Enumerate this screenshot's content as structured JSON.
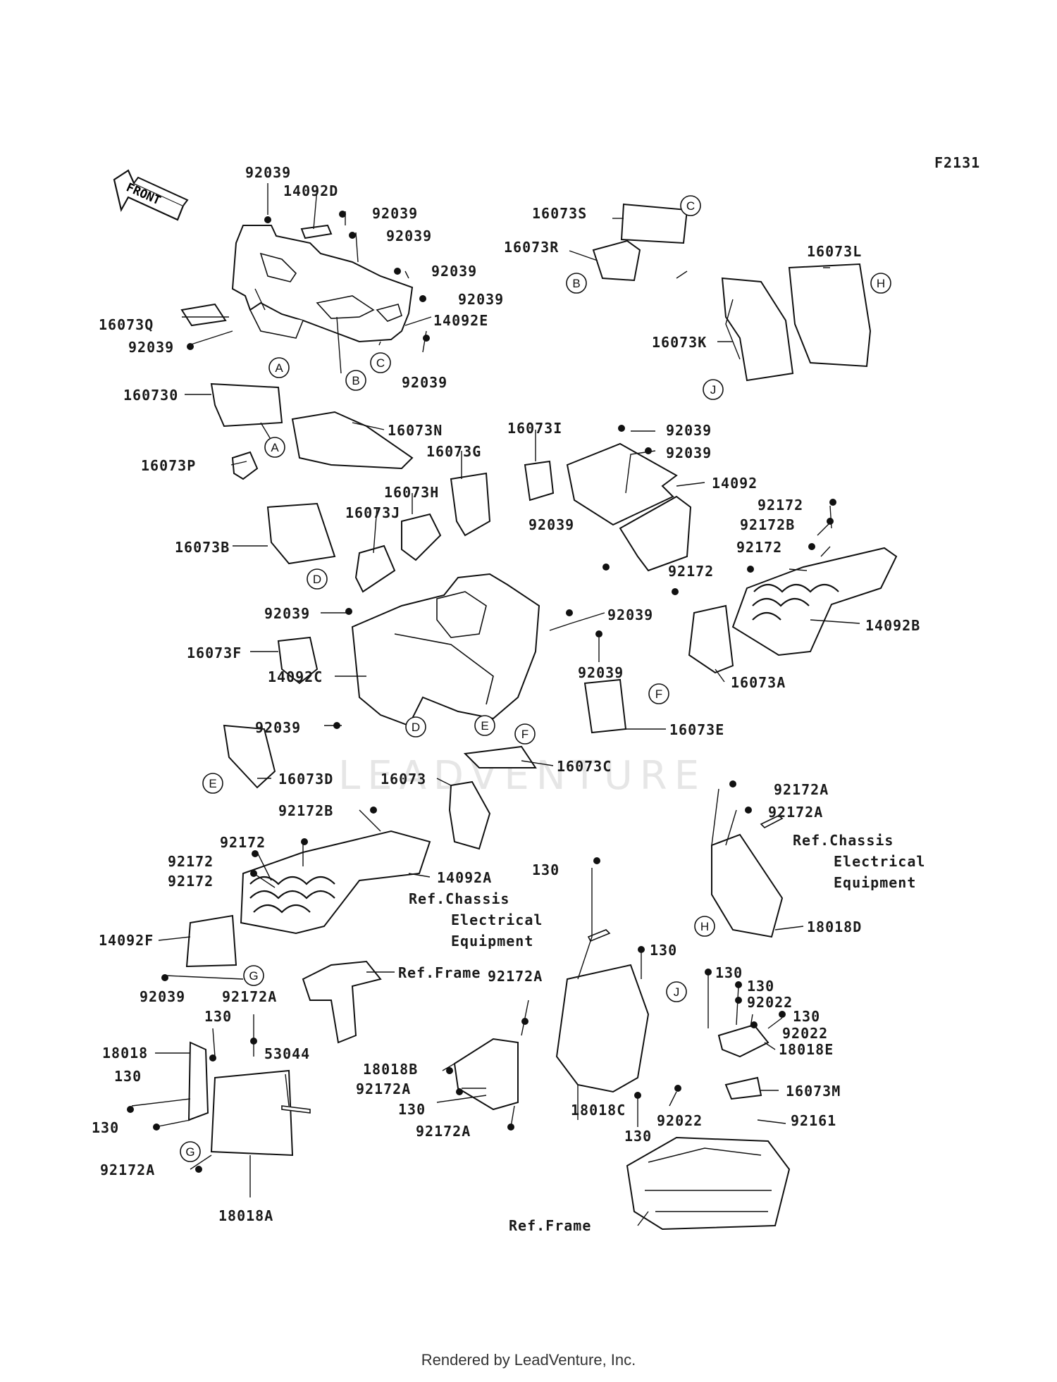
{
  "diagram": {
    "code": "F2131",
    "front_label": "FRONT",
    "watermark": "LEADVENTURE",
    "footer": "Rendered by LeadVenture, Inc.",
    "part_labels": [
      "92039",
      "14092D",
      "92039",
      "92039",
      "92039",
      "92039",
      "14092E",
      "16073Q",
      "92039",
      "92039",
      "160730",
      "16073N",
      "16073P",
      "16073S",
      "16073R",
      "16073L",
      "16073K",
      "16073I",
      "92039",
      "92039",
      "14092",
      "16073G",
      "16073H",
      "16073J",
      "16073B",
      "92172",
      "92172B",
      "92172",
      "92172",
      "14092B",
      "16073A",
      "92039",
      "92039",
      "92039",
      "92039",
      "16073F",
      "14092C",
      "92039",
      "16073E",
      "16073C",
      "16073D",
      "16073",
      "92172A",
      "92172A",
      "92172B",
      "92172",
      "92172",
      "92172",
      "14092A",
      "130",
      "18018D",
      "130",
      "130",
      "130",
      "92022",
      "130",
      "92022",
      "18018E",
      "16073M",
      "92161",
      "92022",
      "130",
      "14092F",
      "92039",
      "92172A",
      "130",
      "53044",
      "18018",
      "130",
      "130",
      "92172A",
      "18018A",
      "92172A",
      "18018B",
      "92172A",
      "130",
      "92172A",
      "18018C"
    ],
    "references": [
      "Ref.Chassis",
      "Electrical",
      "Equipment",
      "Ref.Chassis",
      "Electrical",
      "Equipment",
      "Ref.Frame",
      "Ref.Frame"
    ],
    "callouts": [
      "C",
      "B",
      "A",
      "B",
      "C",
      "A",
      "H",
      "J",
      "D",
      "F",
      "F",
      "E",
      "D",
      "E",
      "G",
      "G",
      "H",
      "J"
    ]
  }
}
